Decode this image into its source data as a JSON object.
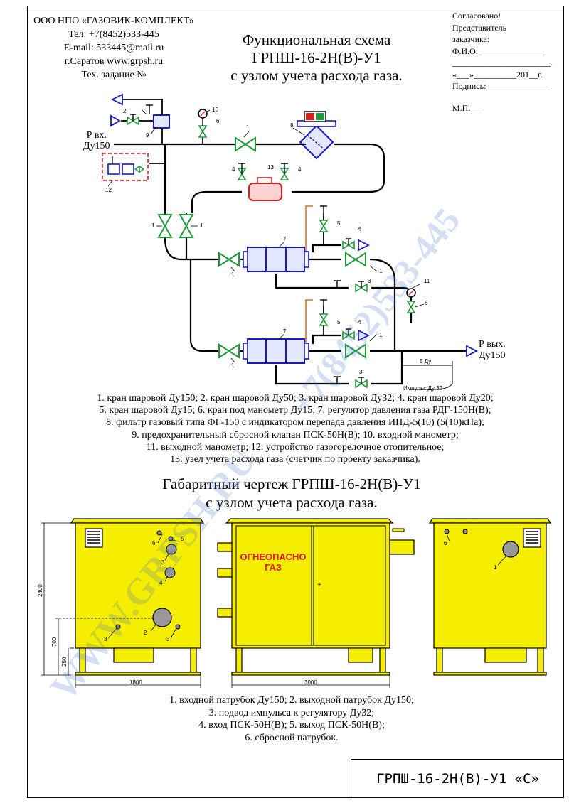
{
  "company": {
    "name": "ООО НПО «ГАЗОВИК-КОМПЛЕКТ»",
    "phone": "Тел: +7(8452)533-445",
    "email": "E-mail: 533445@mail.ru",
    "site": "г.Саратов  www.grpsh.ru",
    "task": "Тех. задание №"
  },
  "approval": {
    "line1": "Согласовано!",
    "line2": "Представитель",
    "line3": "заказчика:",
    "fio": "Ф.И.О. _______________",
    "blank": "_______________________.",
    "date": "«___»__________201__г.",
    "sign": "Подпись:_______________",
    "mp": "М.П.___"
  },
  "scheme": {
    "title": [
      "Функциональная схема",
      "ГРПШ-16-2Н(В)-У1",
      "с узлом учета расхода газа."
    ],
    "inlet": [
      "Р вх.",
      "Ду150"
    ],
    "outlet": [
      "Р вых.",
      "Ду150"
    ],
    "impulse_label": "Импульс Ду 32",
    "dim_5du": "5 Ду",
    "numbers": [
      "1",
      "2",
      "3",
      "4",
      "5",
      "6",
      "7",
      "8",
      "9",
      "10",
      "11",
      "12",
      "13"
    ]
  },
  "legend1": [
    "1. кран шаровой Ду150; 2. кран шаровой Ду50; 3. кран шаровой Ду32; 4. кран шаровой Ду20;",
    "5. кран шаровой Ду15; 6. кран под манометр Ду15; 7. регулятор давления газа РДГ-150Н(В);",
    "8. фильтр газовый типа ФГ-150 с индикатором перепада давления ИПД-5(10) (5(10)кПа);",
    "9. предохранительный сбросной клапан  ПСК-50Н(В); 10. входной манометр;",
    "11. выходной манометр; 12. устройство газогорелочное отопительное;",
    "13. узел учета расхода газа (счетчик по проекту заказчика)."
  ],
  "drawing": {
    "title": [
      "Габаритный чертеж ГРПШ-16-2Н(В)-У1",
      "с узлом учета расхода газа."
    ],
    "warning": [
      "ОГНЕОПАСНО",
      "ГАЗ"
    ],
    "dims": {
      "height": "2400",
      "h700": "700",
      "h250": "250",
      "width_side": "1800",
      "width_front": "3000"
    },
    "pins": [
      "1",
      "2",
      "3",
      "4",
      "5",
      "6"
    ]
  },
  "legend2": [
    "1. входной патрубок Ду150; 2. выходной патрубок Ду150;",
    "3. подвод импульса к регулятору Ду32;",
    "4. вход ПСК-50Н(В); 5. выход ПСК-50Н(В);",
    "6. сбросной патрубок."
  ],
  "stamp": "ГРПШ-16-2Н(В)-У1 «С»",
  "watermarks": [
    "WWW.GRPSH.RU",
    "+7(8452)533-445"
  ],
  "colors": {
    "valve": "#1f9a3a",
    "regulator": "#1818c8",
    "meter": "#d81f1f",
    "cabinet": "#f5ee00",
    "impulse": "#e07020",
    "watermark": "#3c6ec8"
  }
}
